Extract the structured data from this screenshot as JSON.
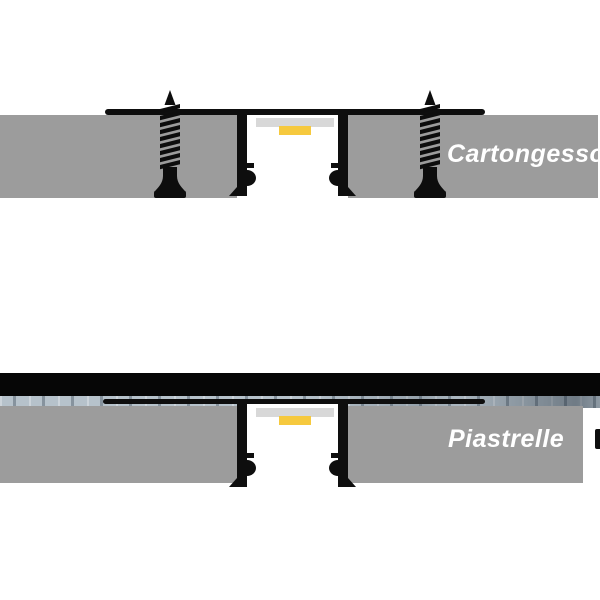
{
  "page": {
    "background": "#ffffff",
    "content_type": "LED aluminium profile installation cross-section diagram"
  },
  "colors": {
    "profile_black": "#0e0e0e",
    "substrate_gray": "#9c9c9c",
    "tile_black": "#060606",
    "adhesive_blue_gray": "#b6c2cb",
    "adhesive_dark_streak": "#44566a",
    "diffuser_gray": "#d8d8d8",
    "led_yellow": "#f6c93e",
    "label_text": "#ffffff"
  },
  "sections": [
    {
      "id": "cartongesso",
      "label": "Cartongesso",
      "screw_count": 2
    },
    {
      "id": "piastrelle",
      "label": "Piastrelle",
      "screw_count": 0
    }
  ]
}
